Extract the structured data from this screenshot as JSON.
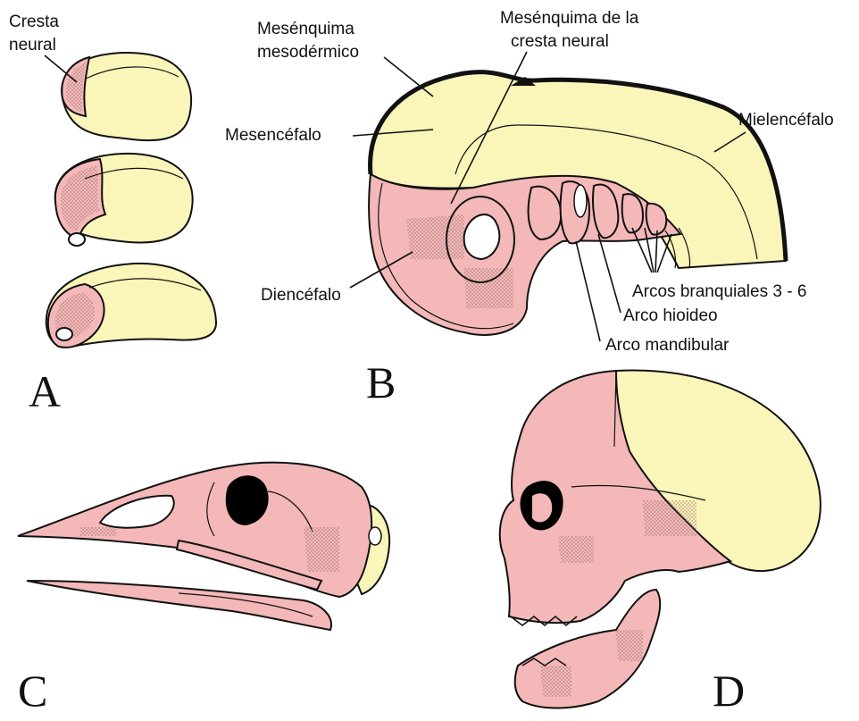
{
  "colors": {
    "neural_crest": "#f4b8b8",
    "mesoderm": "#faf5b9",
    "outline": "#111111"
  },
  "labels": {
    "cresta_neural": [
      "Cresta",
      "neural"
    ],
    "mesenquima_mesodermico": [
      "Mesénquima",
      "mesodérmico"
    ],
    "mesenquima_cresta": [
      "Mesénquima de la",
      "cresta neural"
    ],
    "mesencefalo": "Mesencéfalo",
    "mielencefalo": "Mielencéfalo",
    "diencefalo": "Diencéfalo",
    "arcos_branquiales": "Arcos branquiales 3 - 6",
    "arco_hioideo": "Arco hioideo",
    "arco_mandibular": "Arco mandibular"
  },
  "panels": {
    "a": "A",
    "b": "B",
    "c": "C",
    "d": "D"
  }
}
